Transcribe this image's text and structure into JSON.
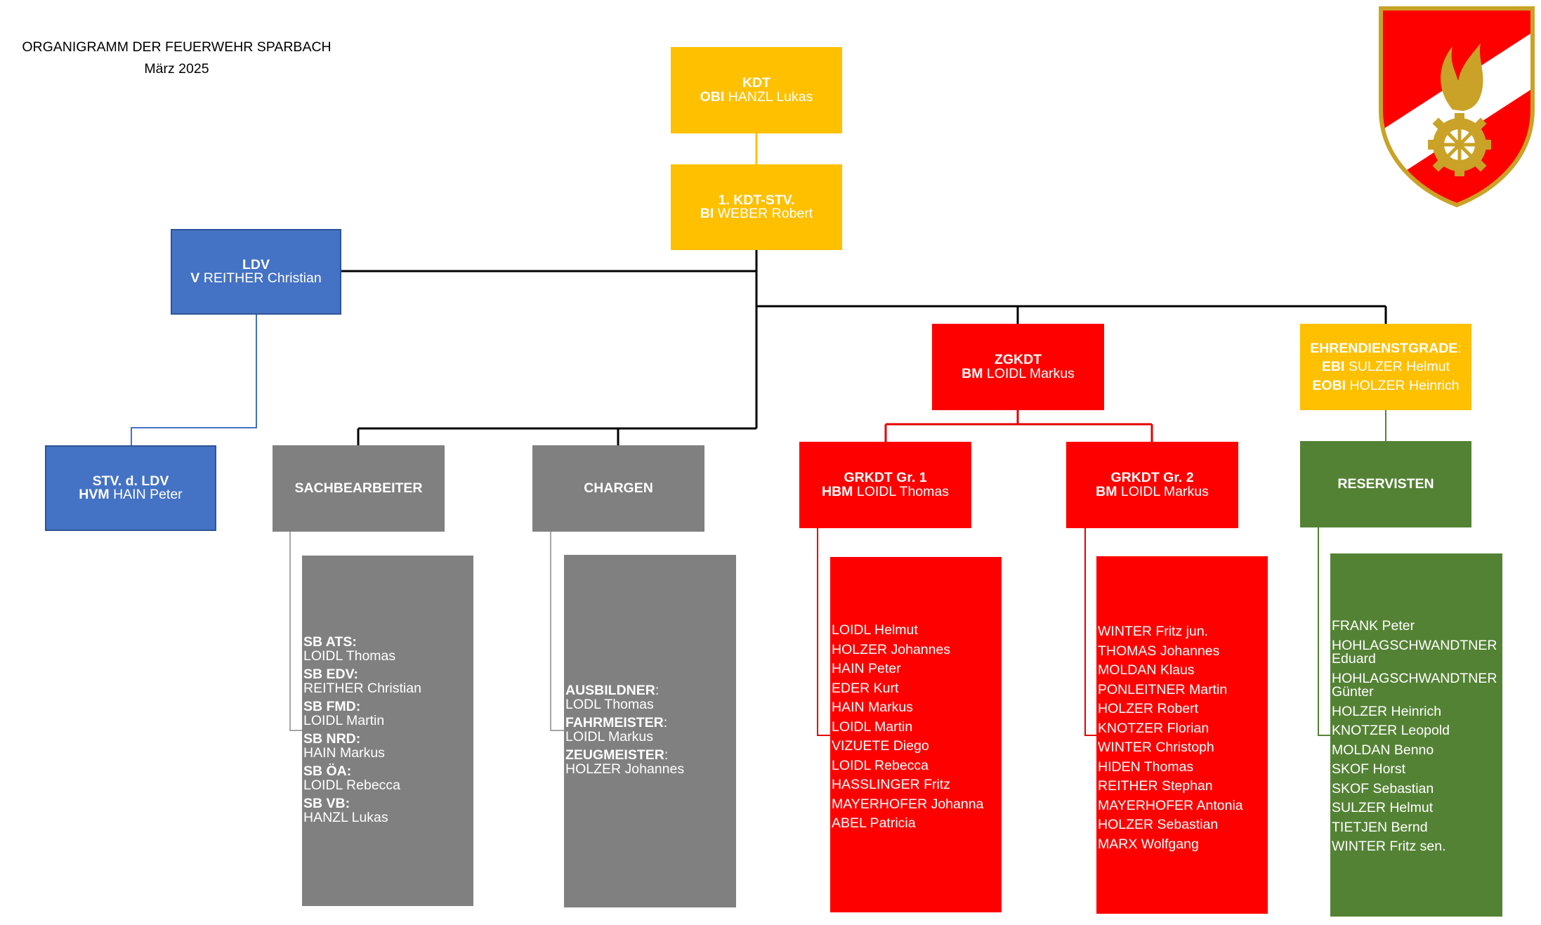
{
  "header": {
    "title": "ORGANIGRAMM DER FEUERWEHR SPARBACH",
    "date": "März 2025"
  },
  "nodes": {
    "kdt": {
      "role": "KDT",
      "rank": "OBI",
      "name": "HANZL Lukas"
    },
    "kdt_stv": {
      "role": "1. KDT-STV.",
      "rank": "BI",
      "name": "WEBER Robert"
    },
    "ldv": {
      "role": "LDV",
      "rank": "V",
      "name": "REITHER Christian"
    },
    "stv_ldv": {
      "role": "STV. d. LDV",
      "rank": "HVM",
      "name": "HAIN Peter"
    },
    "sachbearbeiter": {
      "role": "SACHBEARBEITER"
    },
    "chargen": {
      "role": "CHARGEN"
    },
    "zgkdt": {
      "role": "ZGKDT",
      "rank": "BM",
      "name": "LOIDL Markus"
    },
    "ehrendienstgrade": {
      "role": "EHRENDIENSTGRADE",
      "colon": ":",
      "ranks": [
        {
          "rank": "EBI",
          "name": "SULZER Helmut"
        },
        {
          "rank": "EOBI",
          "name": "HOLZER Heinrich"
        }
      ]
    },
    "grkdt1": {
      "role": "GRKDT Gr. 1",
      "rank": "HBM",
      "name": "LOIDL Thomas"
    },
    "grkdt2": {
      "role": "GRKDT Gr. 2",
      "rank": "BM",
      "name": "LOIDL Markus"
    },
    "reservisten": {
      "role": "RESERVISTEN"
    }
  },
  "lists": {
    "sachbearbeiter": [
      {
        "label": "SB ATS:",
        "name": "LOIDL Thomas"
      },
      {
        "label": "SB EDV:",
        "name": "REITHER Christian"
      },
      {
        "label": "SB FMD:",
        "name": "LOIDL Martin"
      },
      {
        "label": "SB NRD:",
        "name": "HAIN Markus"
      },
      {
        "label": "SB ÖA:",
        "name": "LOIDL Rebecca"
      },
      {
        "label": "SB VB:",
        "name": "HANZL Lukas"
      }
    ],
    "chargen": [
      {
        "label": "AUSBILDNER",
        "colon": ":",
        "name": "LODL Thomas"
      },
      {
        "label": "FAHRMEISTER",
        "colon": ":",
        "name": "LOIDL Markus"
      },
      {
        "label": "ZEUGMEISTER",
        "colon": ":",
        "name": "HOLZER Johannes"
      }
    ],
    "gruppe1": [
      "LOIDL Helmut",
      "HOLZER Johannes",
      "HAIN Peter",
      "EDER Kurt",
      "HAIN Markus",
      "LOIDL Martin",
      "VIZUETE Diego",
      "LOIDL Rebecca",
      "HASSLINGER Fritz",
      "MAYERHOFER Johanna",
      "ABEL Patricia"
    ],
    "gruppe2": [
      "WINTER Fritz jun.",
      "THOMAS Johannes",
      "MOLDAN Klaus",
      "PONLEITNER Martin",
      "HOLZER Robert",
      "KNOTZER Florian",
      "WINTER Christoph",
      "HIDEN Thomas",
      "REITHER Stephan",
      "MAYERHOFER Antonia",
      "HOLZER Sebastian",
      "MARX Wolfgang"
    ],
    "reservisten": [
      "FRANK Peter",
      "HOHLAGSCHWANDTNER Eduard",
      "HOHLAGSCHWANDTNER Günter",
      "HOLZER Heinrich",
      "KNOTZER Leopold",
      "MOLDAN Benno",
      "SKOF Horst",
      "SKOF Sebastian",
      "SULZER Helmut",
      "TIETJEN Bernd",
      "WINTER Fritz sen."
    ]
  },
  "colors": {
    "yellow": "#ffc000",
    "blue": "#4472c4",
    "grey": "#808080",
    "red": "#ff0000",
    "green": "#548235",
    "logo_gold": "#c9a227"
  },
  "logo": {
    "icon": "fire-brigade-emblem-icon"
  }
}
